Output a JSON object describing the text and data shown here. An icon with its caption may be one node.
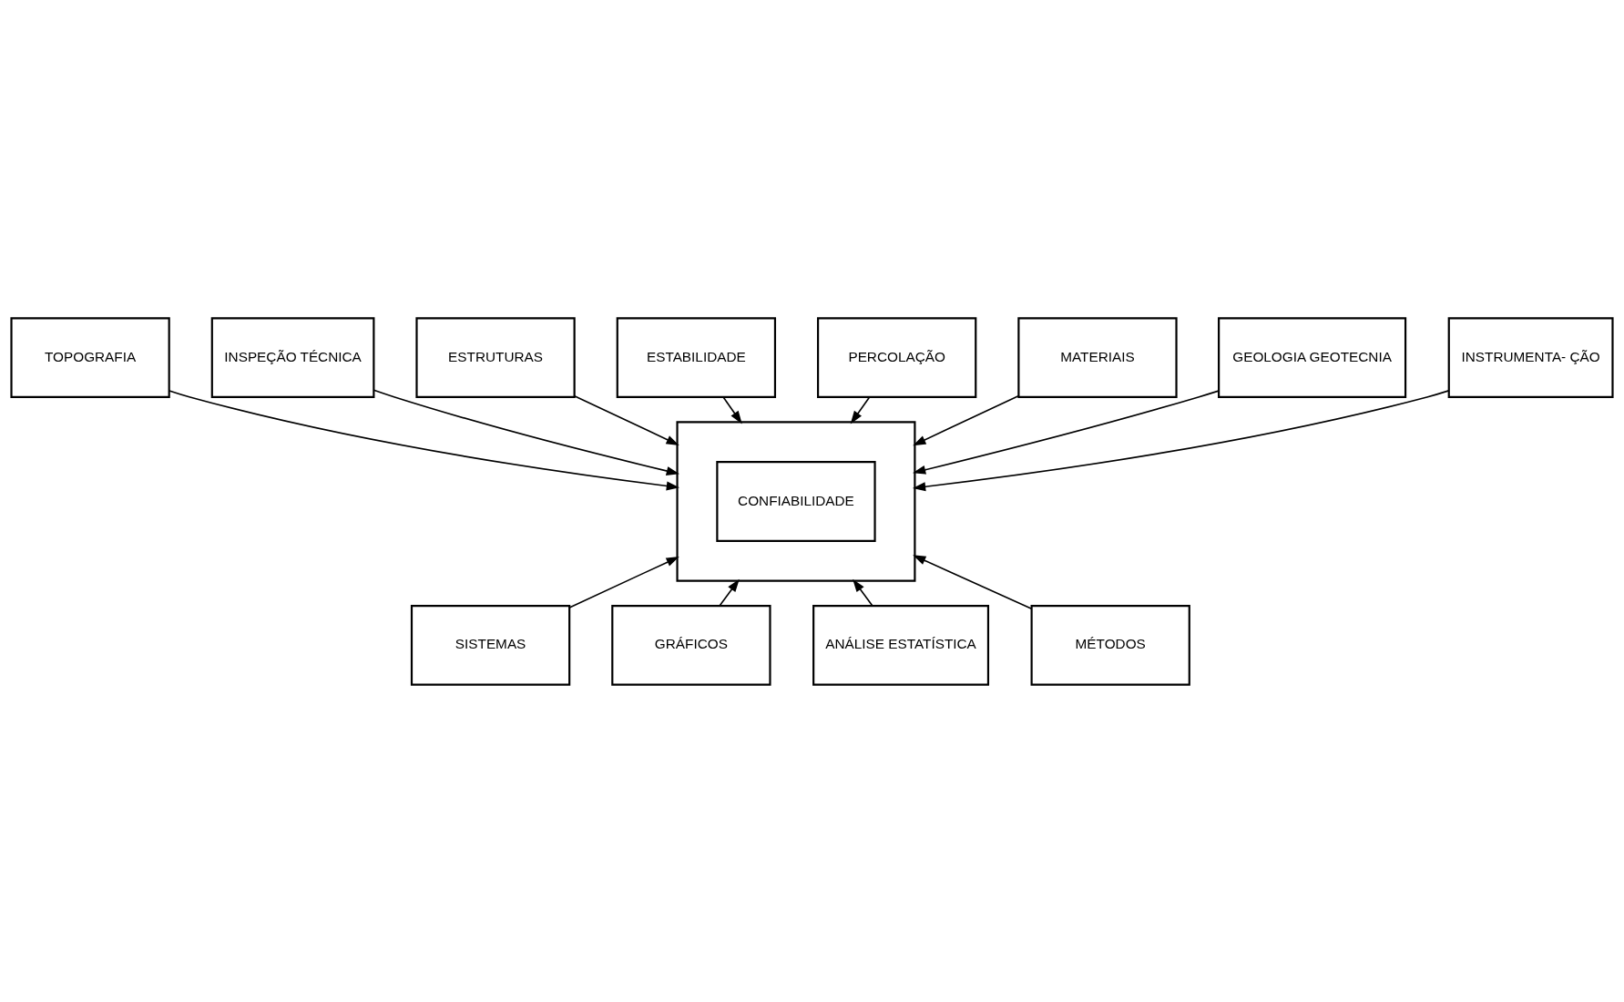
{
  "diagram": {
    "nodes": [
      {
        "text": [
          "ESTRUTURAS"
        ]
      },
      {
        "text": [
          "ESTABILIDADE"
        ]
      },
      {
        "text": [
          "PERCOLAÇÃO"
        ]
      },
      {
        "text": [
          "MATERIAIS"
        ]
      },
      {
        "text": [
          "TOPOGRAFIA"
        ]
      },
      {
        "text": [],
        "shape": "box"
      },
      {
        "text": [
          "CONFIABILIDADE"
        ],
        "in": 5
      },
      {
        "text": [
          "GEOLOGIA GEOTECNIA"
        ]
      },
      {
        "text": [
          "INSPEÇÃO TÉCNICA"
        ]
      },
      {
        "text": [
          "INSTRUMENTA- ÇÃO"
        ]
      },
      {
        "text": [
          "SISTEMAS"
        ]
      },
      {
        "text": [
          "GRÁFICOS"
        ]
      },
      {
        "text": [
          "ANÁLISE ESTATÍSTICA"
        ]
      },
      {
        "text": [
          "MÉTODOS"
        ]
      }
    ],
    "edges": [
      {
        "from": 0,
        "to": 5,
        "arrow": "to"
      },
      {
        "from": 1,
        "to": 5,
        "arrow": "to"
      },
      {
        "from": 2,
        "to": 5,
        "arrow": "to"
      },
      {
        "from": 3,
        "to": 5,
        "arrow": "to"
      },
      {
        "from": 4,
        "to": 5,
        "arrow": "to"
      },
      {
        "from": 7,
        "to": 5,
        "arrow": "to"
      },
      {
        "from": 8,
        "to": 5,
        "arrow": "to"
      },
      {
        "from": 9,
        "to": 5,
        "arrow": "to"
      },
      {
        "from": 10,
        "to": 5,
        "arrow": "to"
      },
      {
        "from": 11,
        "to": 5,
        "arrow": "to"
      },
      {
        "from": 12,
        "to": 5,
        "arrow": "to"
      },
      {
        "from": 13,
        "to": 5,
        "arrow": "to"
      }
    ]
  }
}
